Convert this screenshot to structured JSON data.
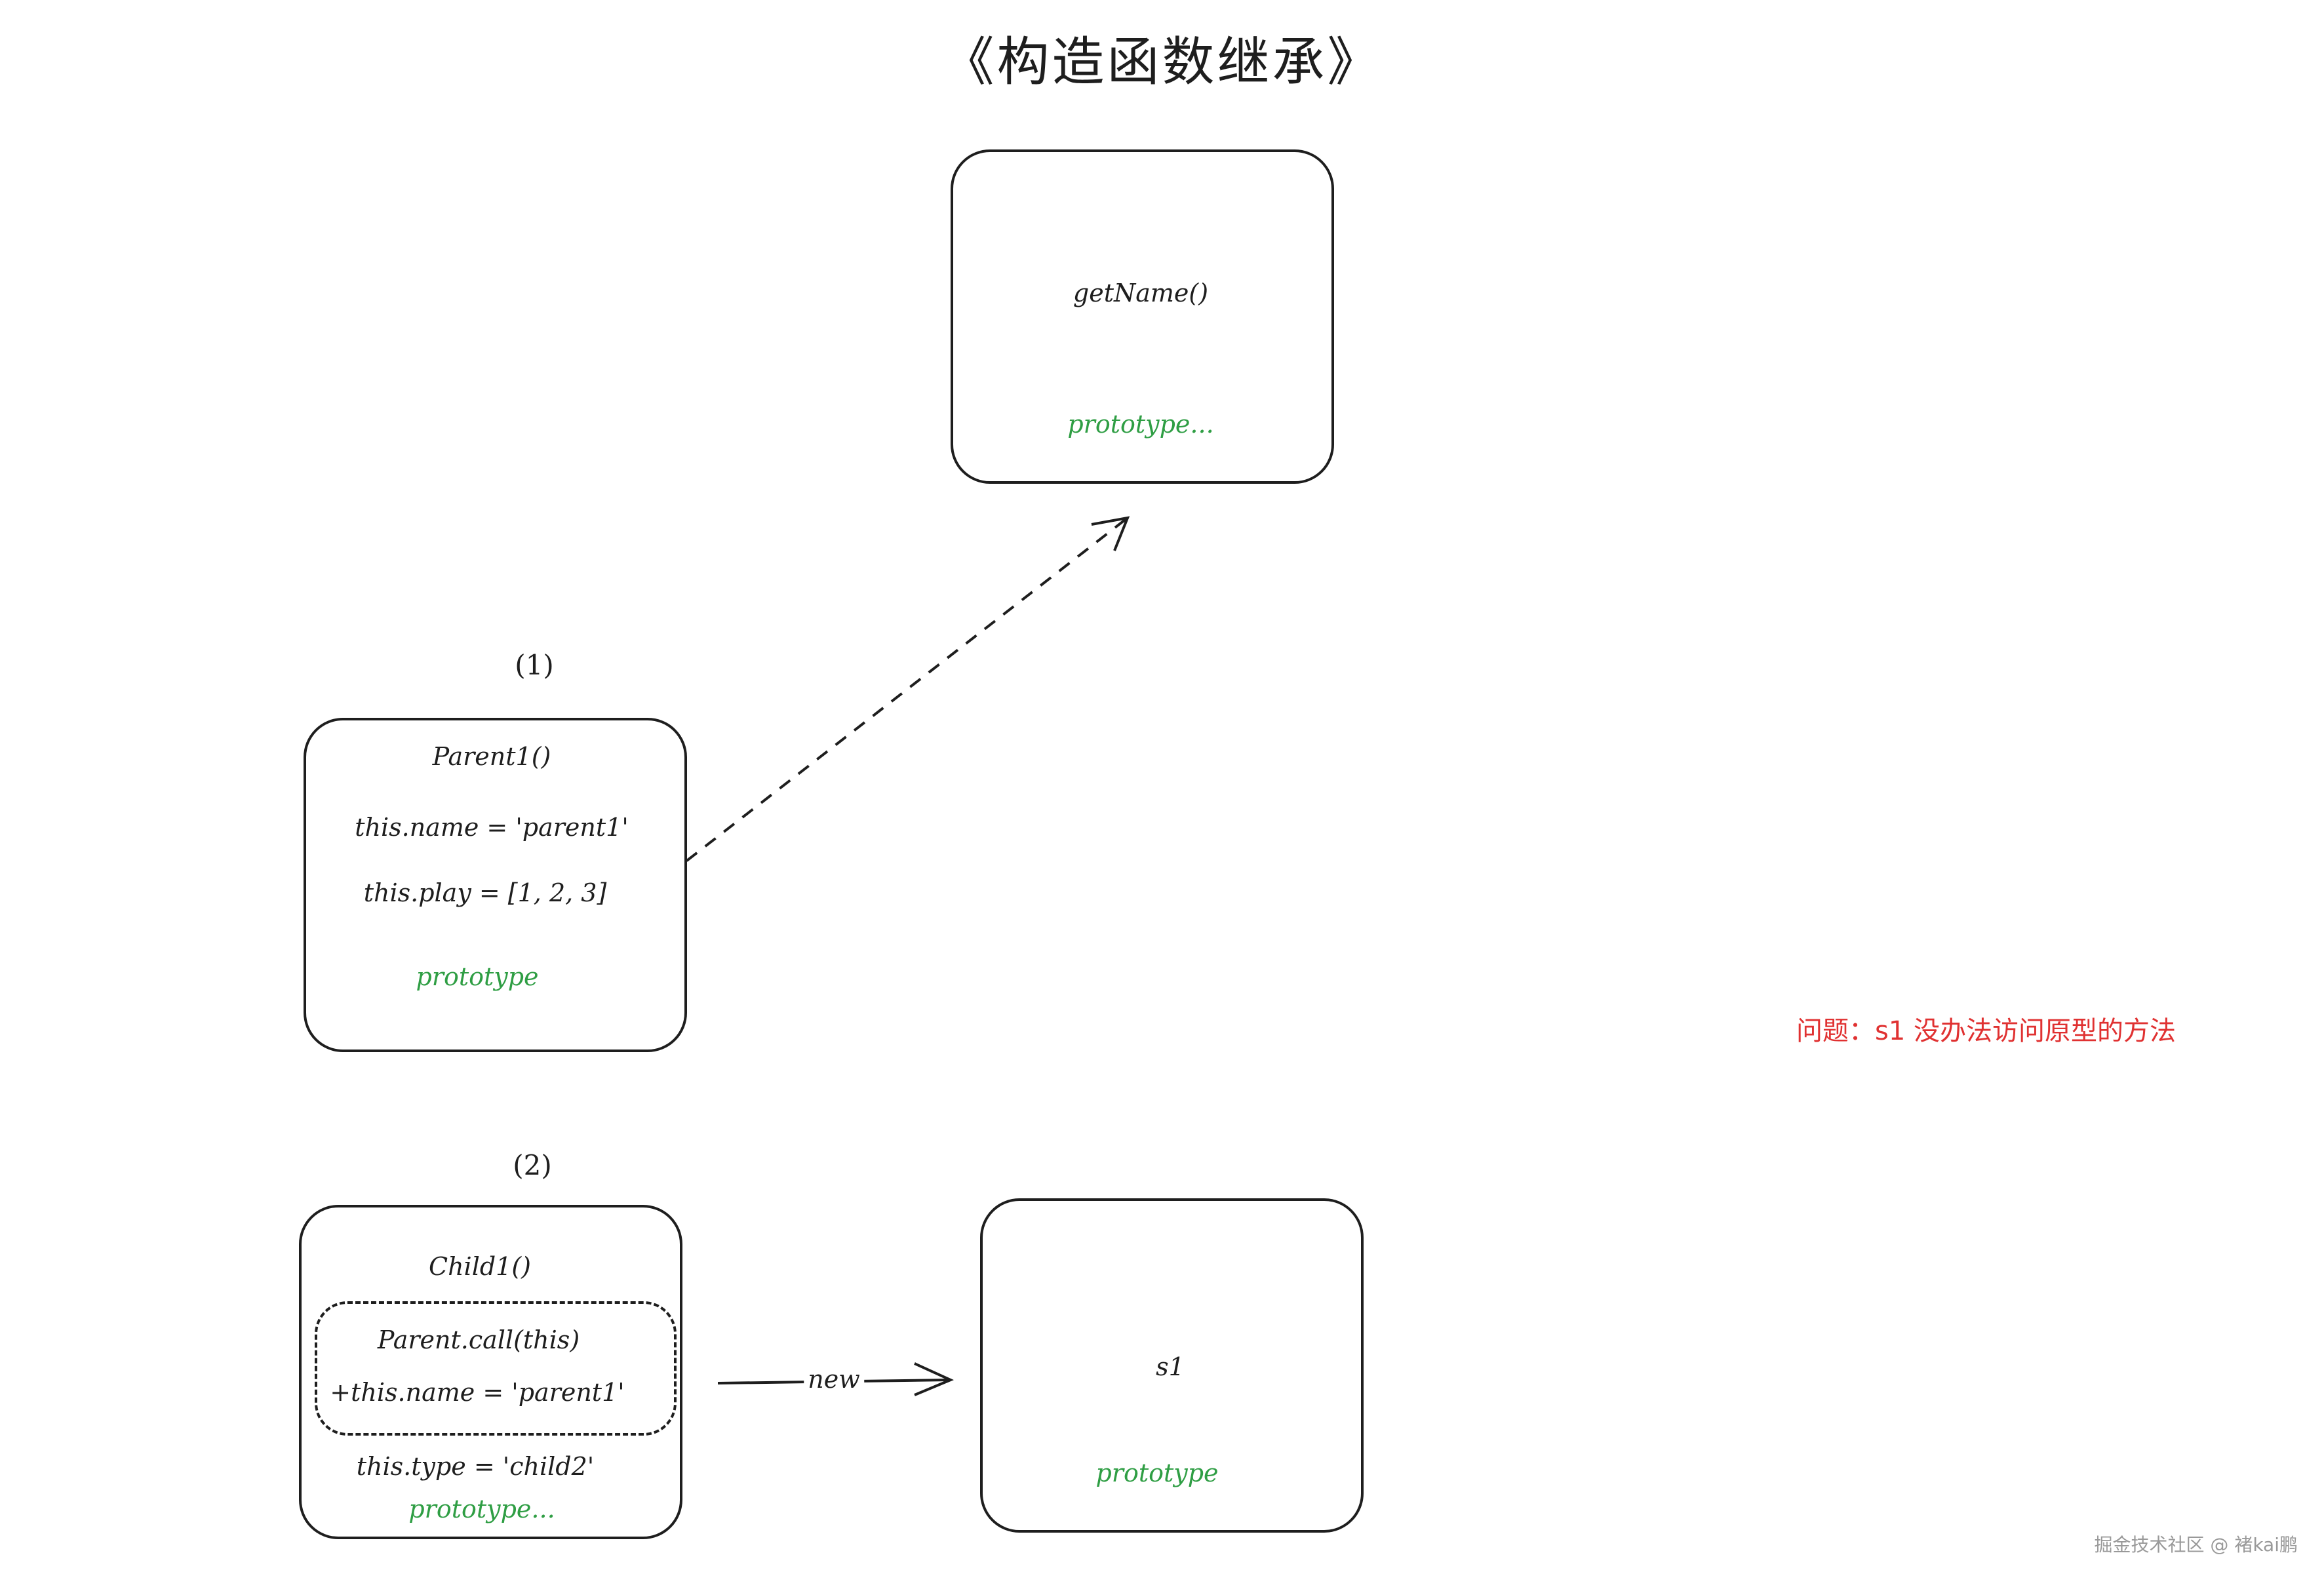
{
  "title": "《构造函数继承》",
  "proto_box": {
    "method": "getName()",
    "proto_label": "prototype..."
  },
  "parent_box": {
    "step_label": "(1)",
    "name": "Parent1()",
    "line1": "this.name = 'parent1'",
    "line2": "this.play = [1, 2, 3]",
    "proto_label": "prototype"
  },
  "child_box": {
    "step_label": "(2)",
    "name": "Child1()",
    "inner_line1": "Parent.call(this)",
    "inner_line2": "+this.name = 'parent1'",
    "line3": "this.type = 'child2'",
    "proto_label": "prototype..."
  },
  "instance_box": {
    "name": "s1",
    "proto_label": "prototype"
  },
  "arrow_new_label": "new",
  "note": "问题：s1 没办法访问原型的方法",
  "watermark": "掘金技术社区 @ 褚kai鹏",
  "colors": {
    "stroke": "#1e1e1e",
    "prototype": "#2f9e44",
    "note": "#e03131"
  }
}
